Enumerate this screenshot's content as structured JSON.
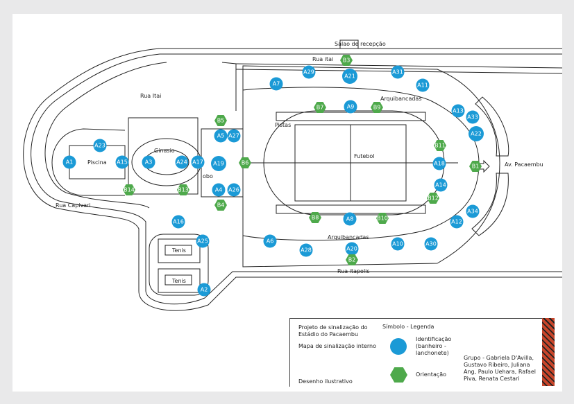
{
  "colors": {
    "identification": "#1b9ad6",
    "orientation": "#4ea94b",
    "background": "#e9e9ea"
  },
  "map": {
    "labels": {
      "salao": "Salao de recepção",
      "rua_itai_top": "Rua itai",
      "rua_itai_left": "Rua Itai",
      "rua_capivari": "Rua Capivari",
      "piscina": "Piscina",
      "ginasio": "Ginasio",
      "lobby": "obo",
      "pistas": "Pistas",
      "futebol": "Futebol",
      "arquibancadas_top": "Arquibancadas",
      "arquibancadas_bottom": "Arquibancadas",
      "tenis_1": "Tenis",
      "tenis_2": "Tenis",
      "rua_itapolis": "Rua itapolis",
      "av_pacaembu": "Av. Pacaembu"
    },
    "identification_markers": [
      "A1",
      "A23",
      "A15",
      "A3",
      "A24",
      "A17",
      "A19",
      "A5",
      "A27",
      "A4",
      "A26",
      "A16",
      "A25",
      "A2",
      "A6",
      "A28",
      "A20",
      "A8",
      "A10",
      "A30",
      "A12",
      "A34",
      "A14",
      "A18",
      "A22",
      "A33",
      "A13",
      "A11",
      "A31",
      "A21",
      "A29",
      "A7",
      "A9"
    ],
    "orientation_markers": [
      "B3",
      "B7",
      "B9",
      "B5",
      "B6",
      "B14",
      "B13",
      "B4",
      "B8",
      "B10",
      "B2",
      "B11",
      "B12",
      "B1"
    ]
  },
  "legend": {
    "project": "Projeto de sinalização do Estádio do Pacaembu",
    "map_type": "Mapa de sinalização interno",
    "drawing": "Desenho ilustrativo",
    "header": "Símbolo - Legenda",
    "identification": "Identificação (banheiro - lanchonete)",
    "orientation": "Orientação",
    "group": "Grupo - Gabriela D'Avilla, Gustavo Ribeiro, Juliana Ang, Paulo Uehara, Rafael Piva, Renata Cestari"
  }
}
